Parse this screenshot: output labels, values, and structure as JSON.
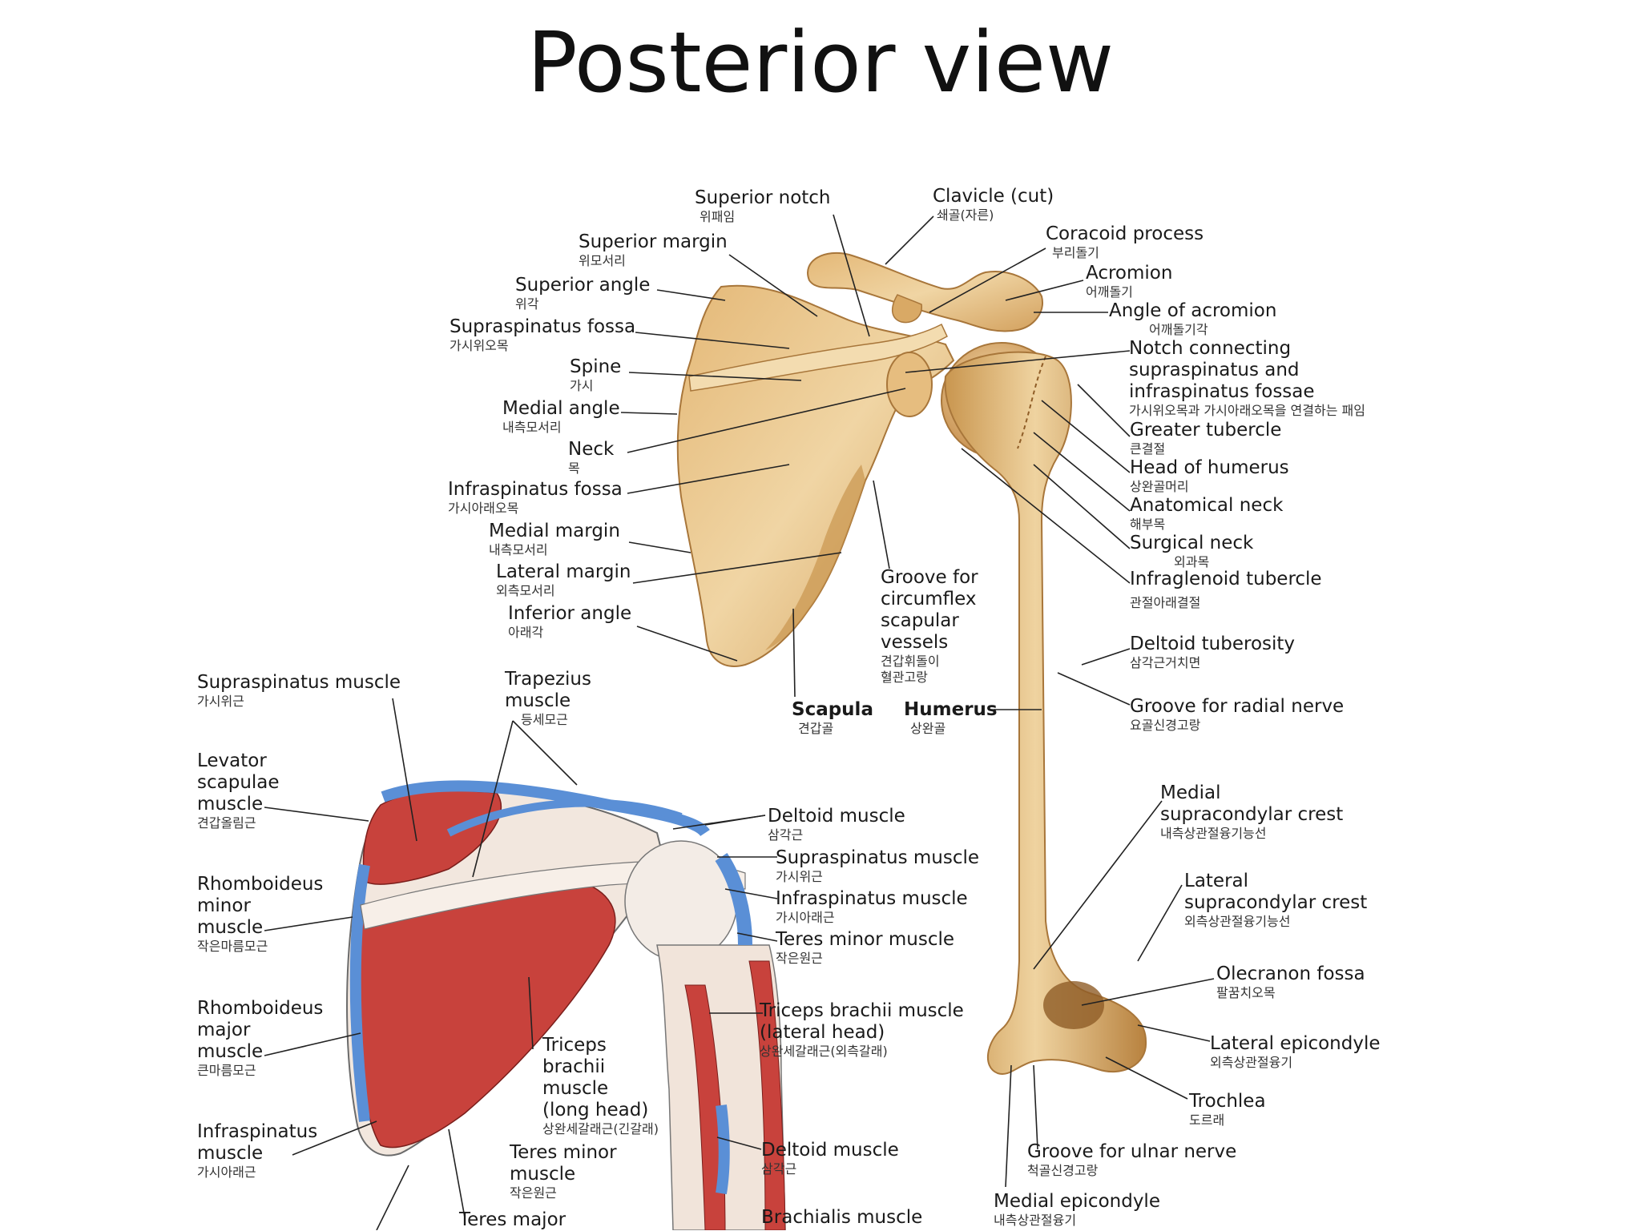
{
  "title": "Posterior view",
  "labels": {
    "superior_notch": {
      "en": "Superior notch",
      "ko": "위패임"
    },
    "clavicle": {
      "en": "Clavicle (cut)",
      "ko": "쇄골(자른)"
    },
    "superior_margin": {
      "en": "Superior margin",
      "ko": "위모서리"
    },
    "coracoid_process": {
      "en": "Coracoid process",
      "ko": "부리돌기"
    },
    "superior_angle": {
      "en": "Superior angle",
      "ko": "위각"
    },
    "acromion": {
      "en": "Acromion",
      "ko": "어깨돌기"
    },
    "angle_of_acromion": {
      "en": "Angle of acromion",
      "ko": "어깨돌기각"
    },
    "supraspinatus_fossa": {
      "en": "Supraspinatus fossa",
      "ko": "가시위오목"
    },
    "notch_connecting": {
      "en": "Notch connecting\nsupraspinatus and\ninfraspinatus fossae",
      "ko": "가시위오목과 가시아래오목을 연결하는 패임"
    },
    "spine": {
      "en": "Spine",
      "ko": "가시"
    },
    "medial_angle": {
      "en": "Medial angle",
      "ko": "내측모서리"
    },
    "greater_tubercle": {
      "en": "Greater tubercle",
      "ko": "큰결절"
    },
    "neck": {
      "en": "Neck",
      "ko": "목"
    },
    "head_of_humerus": {
      "en": "Head of humerus",
      "ko": "상완골머리"
    },
    "infraspinatus_fossa": {
      "en": "Infraspinatus fossa",
      "ko": "가시아래오목"
    },
    "anatomical_neck": {
      "en": "Anatomical neck",
      "ko": "해부목"
    },
    "medial_margin": {
      "en": "Medial margin",
      "ko": "내측모서리"
    },
    "surgical_neck": {
      "en": "Surgical neck",
      "ko": "외과목"
    },
    "lateral_margin": {
      "en": "Lateral margin",
      "ko": "외측모서리"
    },
    "infraglenoid_tubercle": {
      "en": "Infraglenoid tubercle",
      "ko": "관절아래결절"
    },
    "inferior_angle": {
      "en": "Inferior angle",
      "ko": "아래각"
    },
    "groove_circumflex": {
      "en": "Groove for\ncircumflex\nscapular\nvessels",
      "ko": "견갑휘돌이\n혈관고랑"
    },
    "deltoid_tuberosity": {
      "en": "Deltoid tuberosity",
      "ko": "삼각근거치면"
    },
    "scapula": {
      "en": "Scapula",
      "ko": "견갑골"
    },
    "humerus": {
      "en": "Humerus",
      "ko": "상완골"
    },
    "groove_radial": {
      "en": "Groove for radial nerve",
      "ko": "요골신경고랑"
    },
    "supraspinatus_muscle_left": {
      "en": "Supraspinatus muscle",
      "ko": "가시위근"
    },
    "trapezius": {
      "en": "Trapezius\nmuscle",
      "ko": "등세모근"
    },
    "levator": {
      "en": "Levator\nscapulae\nmuscle",
      "ko": "견갑올림근"
    },
    "deltoid_upper": {
      "en": "Deltoid muscle",
      "ko": "삼각근"
    },
    "medial_supracondylar": {
      "en": "Medial\nsupracondylar crest",
      "ko": "내측상관절융기능선"
    },
    "supraspinatus_muscle_right": {
      "en": "Supraspinatus muscle",
      "ko": "가시위근"
    },
    "rhomboid_minor": {
      "en": "Rhomboideus\nminor\nmuscle",
      "ko": "작은마름모근"
    },
    "infraspinatus_muscle_right": {
      "en": "Infraspinatus muscle",
      "ko": "가시아래근"
    },
    "lateral_supracondylar": {
      "en": "Lateral\nsupracondylar crest",
      "ko": "외측상관절융기능선"
    },
    "teres_minor_right": {
      "en": "Teres minor muscle",
      "ko": "작은원근"
    },
    "olecranon_fossa": {
      "en": "Olecranon fossa",
      "ko": "팔꿈치오목"
    },
    "rhomboid_major": {
      "en": "Rhomboideus\nmajor\nmuscle",
      "ko": "큰마름모근"
    },
    "triceps_lateral": {
      "en": "Triceps brachii muscle\n(lateral head)",
      "ko": "상완세갈래근(외측갈래)"
    },
    "triceps_long": {
      "en": "Triceps\nbrachii\nmuscle\n(long head)",
      "ko": "상완세갈래근(긴갈래)"
    },
    "lateral_epicondyle": {
      "en": "Lateral epicondyle",
      "ko": "외측상관절융기"
    },
    "trochlea": {
      "en": "Trochlea",
      "ko": "도르래"
    },
    "infraspinatus_muscle_left": {
      "en": "Infraspinatus\nmuscle",
      "ko": "가시아래근"
    },
    "teres_minor_mid": {
      "en": "Teres minor\nmuscle",
      "ko": "작은원근"
    },
    "deltoid_lower": {
      "en": "Deltoid muscle",
      "ko": "삼각근"
    },
    "groove_ulnar": {
      "en": "Groove for ulnar nerve",
      "ko": "척골신경고랑"
    },
    "medial_epicondyle": {
      "en": "Medial epicondyle",
      "ko": "내측상관절융기"
    },
    "teres_major": {
      "en": "Teres major",
      "ko": ""
    },
    "brachialis": {
      "en": "Brachialis muscle",
      "ko": ""
    }
  },
  "colors": {
    "bone": "#e9c48a",
    "bone_shade": "#c9964f",
    "bone_dark": "#a8763a",
    "muscle": "#c8423c",
    "muscle_dark": "#9e2a26",
    "tendon": "#5a8fd6",
    "text": "#1a1a1a"
  }
}
